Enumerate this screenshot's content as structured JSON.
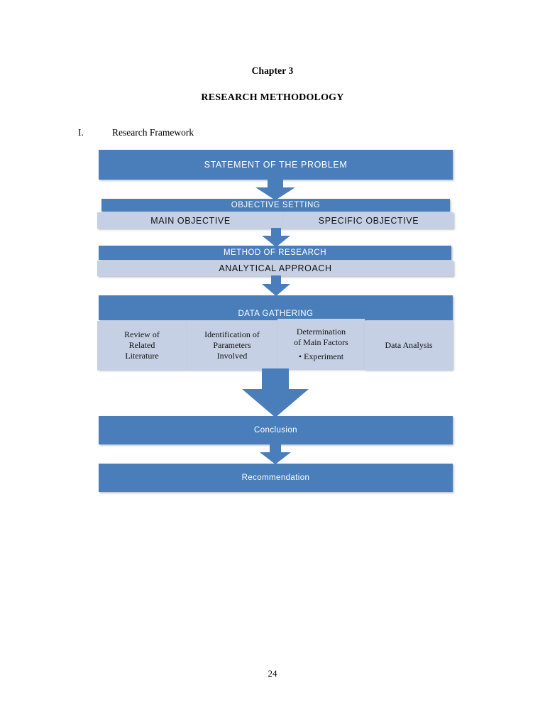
{
  "document": {
    "chapter_title": "Chapter 3",
    "doc_title": "RESEARCH METHODOLOGY",
    "section_number": "I.",
    "section_label": "Research Framework",
    "page_number": "24"
  },
  "colors": {
    "dark_blue": "#4a7ebb",
    "light_blue": "#c6d0e4",
    "dark_text": "#ffffff",
    "light_text": "#111111",
    "page_background": "#ffffff"
  },
  "chart_data": {
    "type": "diagram",
    "subtype": "flowchart",
    "title": "Research Framework",
    "orientation": "top-to-bottom",
    "nodes": [
      {
        "id": "statement",
        "label": "STATEMENT OF THE PROBLEM",
        "style": "dark",
        "level": 1
      },
      {
        "id": "objective-setting",
        "label": "OBJECTIVE SETTING",
        "style": "dark",
        "level": 2,
        "children": [
          {
            "id": "main-objective",
            "label": "MAIN OBJECTIVE",
            "style": "light"
          },
          {
            "id": "specific-objective",
            "label": "SPECIFIC OBJECTIVE",
            "style": "light"
          }
        ]
      },
      {
        "id": "method-of-research",
        "label": "METHOD OF RESEARCH",
        "style": "dark",
        "level": 3,
        "children": [
          {
            "id": "analytical-approach",
            "label": "ANALYTICAL APPROACH",
            "style": "light"
          }
        ]
      },
      {
        "id": "data-gathering",
        "label": "DATA GATHERING",
        "style": "dark",
        "level": 4,
        "children": [
          {
            "id": "review-of-related-literature",
            "style": "light",
            "lines": [
              "Review of",
              "Related",
              "Literature"
            ]
          },
          {
            "id": "identification-of-parameters-involved",
            "style": "light",
            "lines": [
              "Identification of",
              "Parameters",
              "Involved"
            ]
          },
          {
            "id": "determination-of-main-factors",
            "style": "light",
            "lines": [
              "Determination",
              "of Main Factors"
            ],
            "bullets": [
              "• Experiment"
            ]
          },
          {
            "id": "data-analysis",
            "style": "light",
            "lines": [
              "Data Analysis"
            ]
          }
        ]
      },
      {
        "id": "conclusion",
        "label": "Conclusion",
        "style": "dark",
        "level": 5
      },
      {
        "id": "recommendation",
        "label": "Recommendation",
        "style": "dark",
        "level": 6
      }
    ],
    "connectors": [
      {
        "from": "statement",
        "to": "objective-setting",
        "shape": "down-arrow",
        "size": "medium"
      },
      {
        "from": "objective-setting",
        "to": "method-of-research",
        "shape": "down-arrow",
        "size": "small"
      },
      {
        "from": "method-of-research",
        "to": "data-gathering",
        "shape": "down-arrow",
        "size": "small"
      },
      {
        "from": "data-gathering",
        "to": "conclusion",
        "shape": "down-arrow",
        "size": "large"
      },
      {
        "from": "conclusion",
        "to": "recommendation",
        "shape": "down-arrow",
        "size": "small"
      }
    ]
  }
}
